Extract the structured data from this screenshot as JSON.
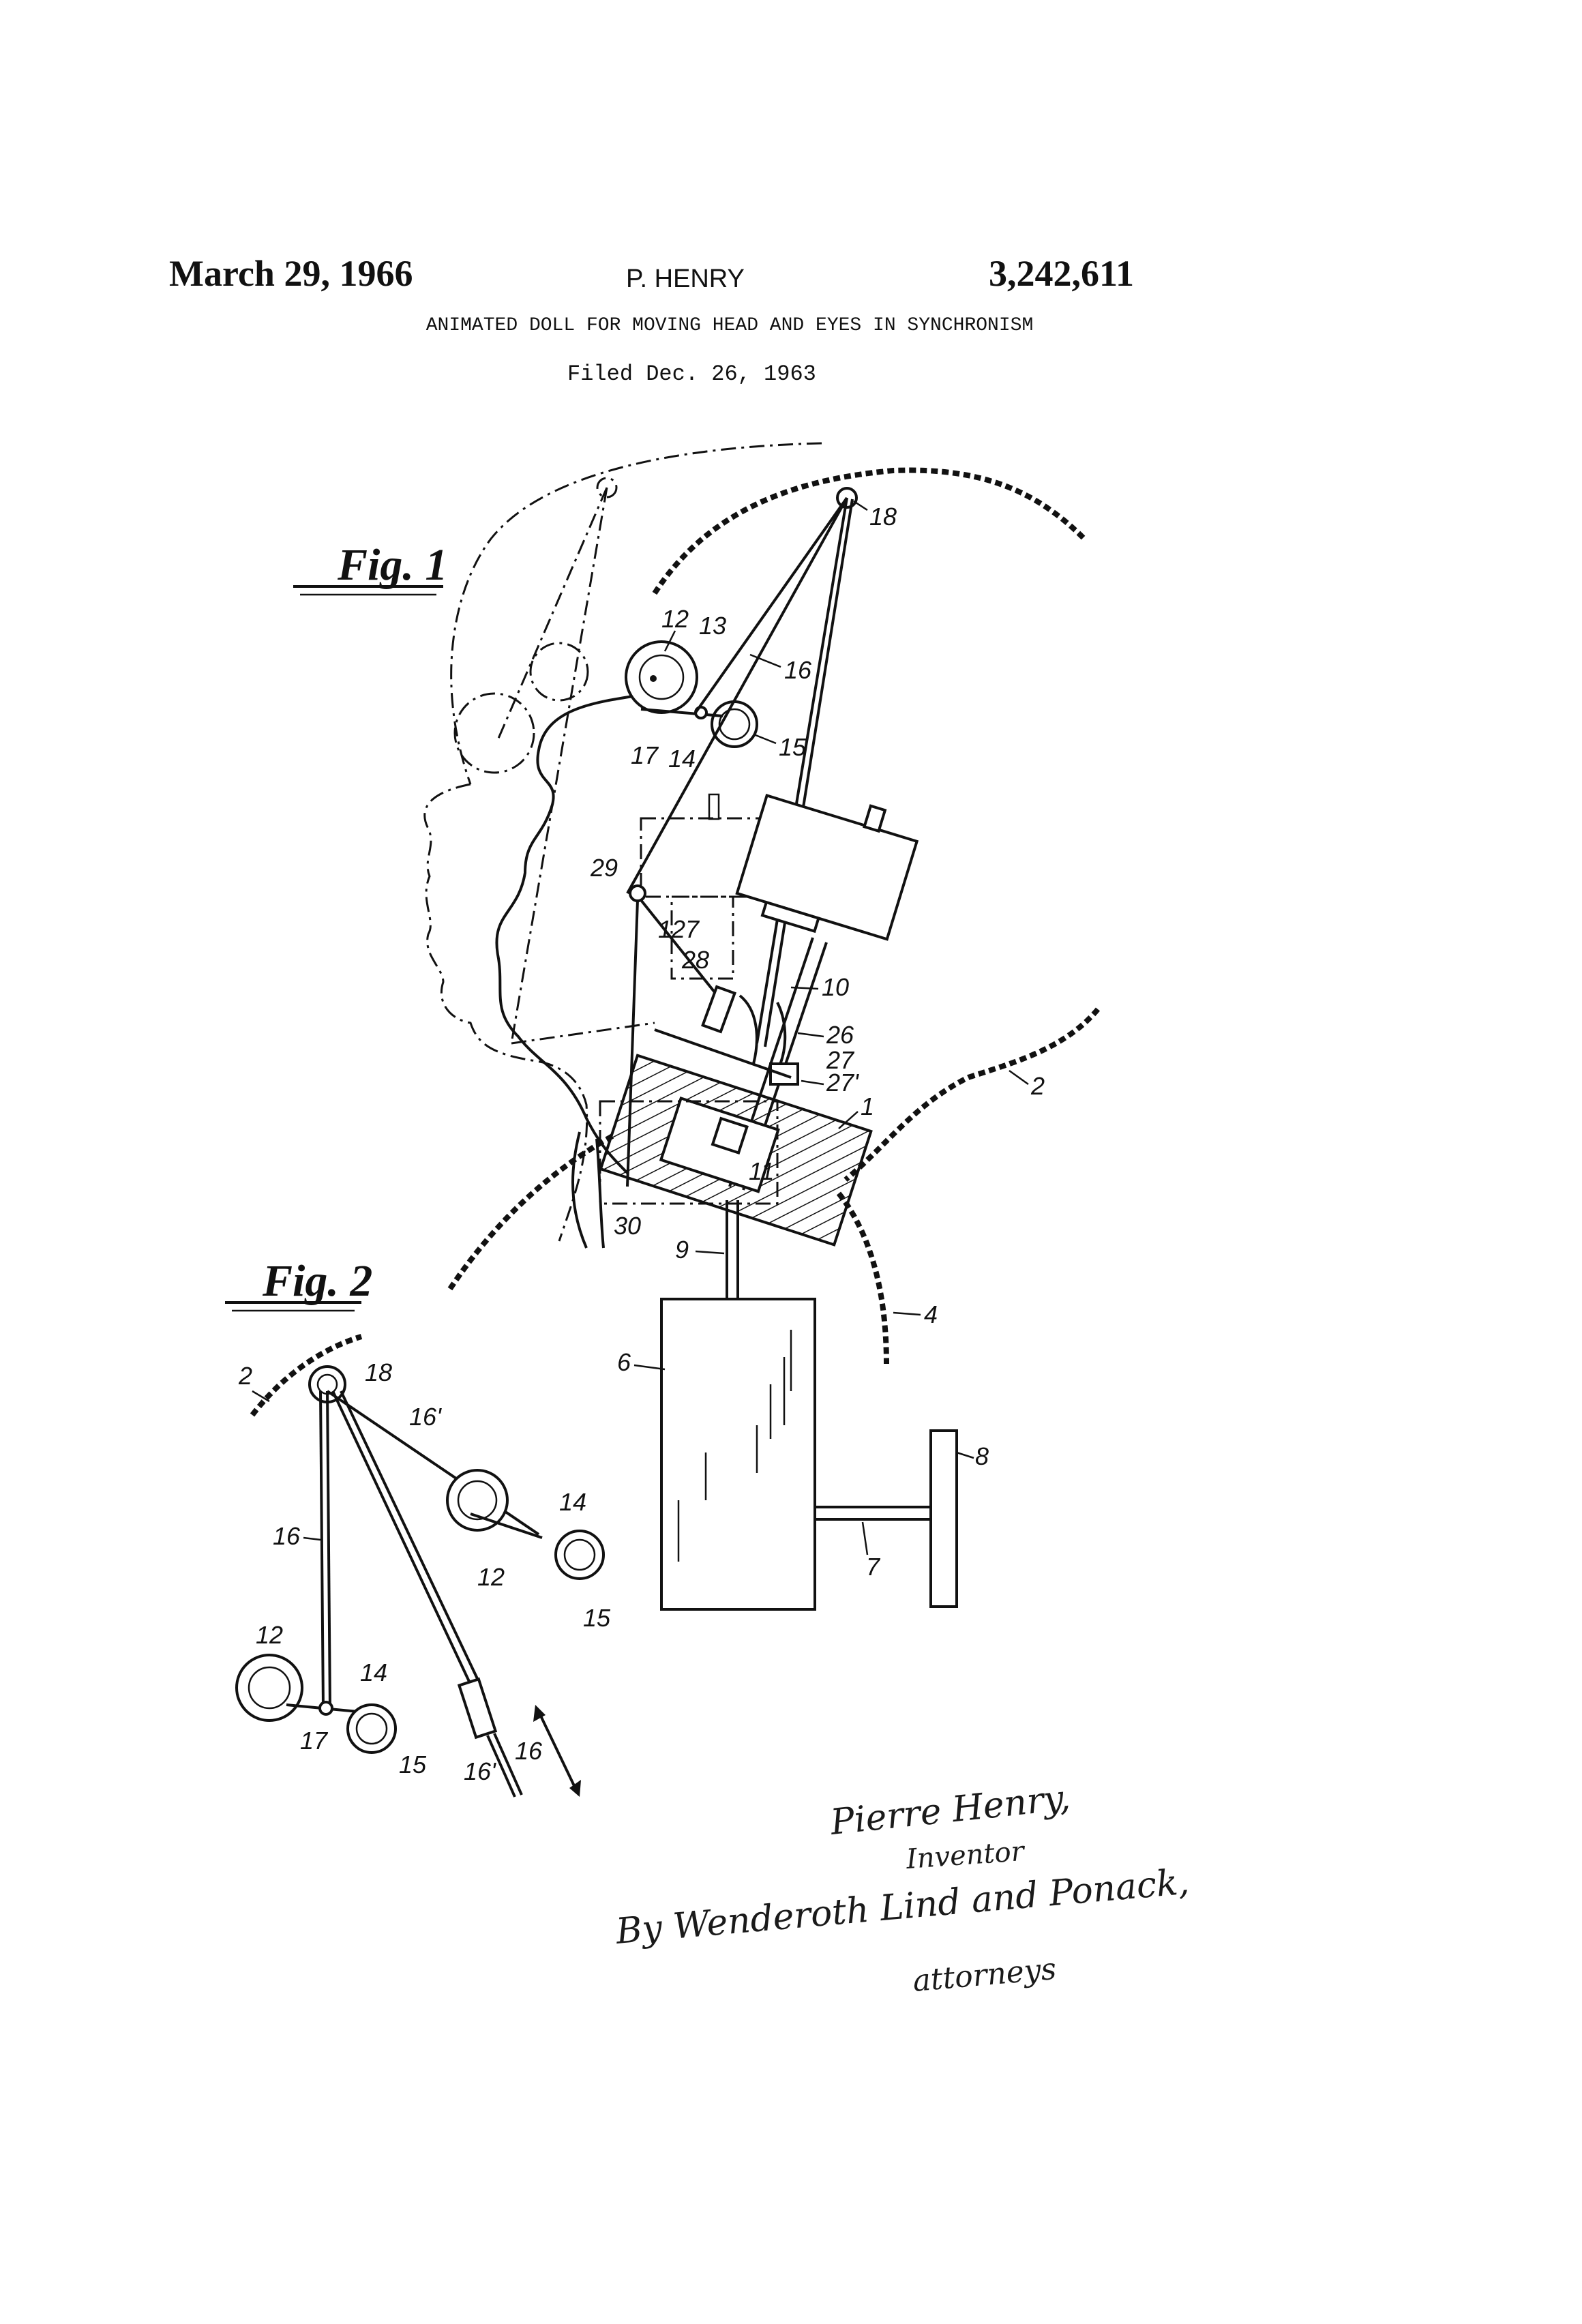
{
  "header": {
    "date": "March 29, 1966",
    "inventor": "P. HENRY",
    "patent_number": "3,242,611",
    "title": "ANIMATED DOLL FOR MOVING HEAD AND EYES IN SYNCHRONISM",
    "filed": "Filed Dec. 26, 1963"
  },
  "figures": {
    "fig1": "Fig. 1",
    "fig2": "Fig. 2"
  },
  "labels": {
    "n1": "1",
    "n2": "2",
    "n4": "4",
    "n6": "6",
    "n7": "7",
    "n8": "8",
    "n9": "9",
    "n10": "10",
    "n11": "11",
    "n12": "12",
    "n13": "13",
    "n14": "14",
    "n15": "15",
    "n16": "16",
    "n17": "17",
    "n18": "18",
    "n26": "26",
    "n27": "27",
    "n27p": "27'",
    "n28": "28",
    "n29": "29",
    "n30": "30",
    "n127": "127",
    "n16p": "16'"
  },
  "signature": {
    "name": "Pierre Henry,",
    "role": "Inventor",
    "by": "By Wenderoth Lind and Ponack,",
    "attorneys": "attorneys"
  }
}
